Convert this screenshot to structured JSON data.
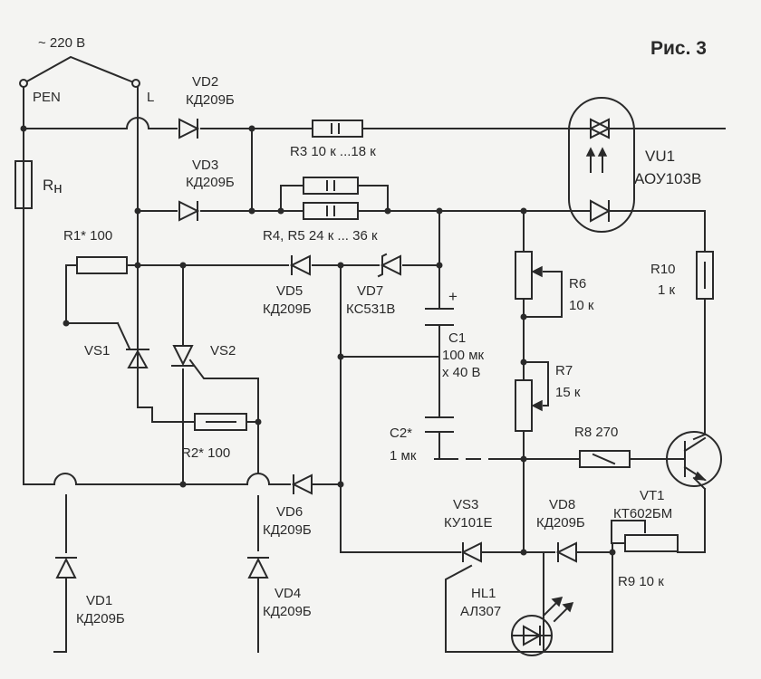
{
  "figure_label": "Рис. 3",
  "mains": {
    "voltage": "~ 220 В",
    "pen": "PEN",
    "line": "L"
  },
  "load": {
    "name": "R",
    "sub": "н"
  },
  "parts": {
    "vd1": {
      "ref": "VD1",
      "type": "КД209Б"
    },
    "vd2": {
      "ref": "VD2",
      "type": "КД209Б"
    },
    "vd3": {
      "ref": "VD3",
      "type": "КД209Б"
    },
    "vd4": {
      "ref": "VD4",
      "type": "КД209Б"
    },
    "vd5": {
      "ref": "VD5",
      "type": "КД209Б"
    },
    "vd6": {
      "ref": "VD6",
      "type": "КД209Б"
    },
    "vd7": {
      "ref": "VD7",
      "type": "КС531В"
    },
    "vd8": {
      "ref": "VD8",
      "type": "КД209Б"
    },
    "vs1": {
      "ref": "VS1"
    },
    "vs2": {
      "ref": "VS2"
    },
    "vs3": {
      "ref": "VS3",
      "type": "КУ101Е"
    },
    "vu1": {
      "ref": "VU1",
      "type": "АОУ103В"
    },
    "vt1": {
      "ref": "VT1",
      "type": "КТ602БМ"
    },
    "hl1": {
      "ref": "HL1",
      "type": "АЛ307"
    },
    "r1": {
      "label": "R1* 100"
    },
    "r2": {
      "label": "R2* 100"
    },
    "r3": {
      "label": "R3 10 к ...18 к"
    },
    "r45": {
      "label": "R4, R5 24 к ... 36 к"
    },
    "r6": {
      "ref": "R6",
      "value": "10 к"
    },
    "r7": {
      "ref": "R7",
      "value": "15 к"
    },
    "r8": {
      "label": "R8 270"
    },
    "r9": {
      "label": "R9 10 к"
    },
    "r10": {
      "ref": "R10",
      "value": "1 к"
    },
    "c1": {
      "ref": "C1",
      "value1": "100 мк",
      "value2": "x 40 В",
      "polarity": "+"
    },
    "c2": {
      "ref": "C2*",
      "value": "1 мк"
    }
  }
}
